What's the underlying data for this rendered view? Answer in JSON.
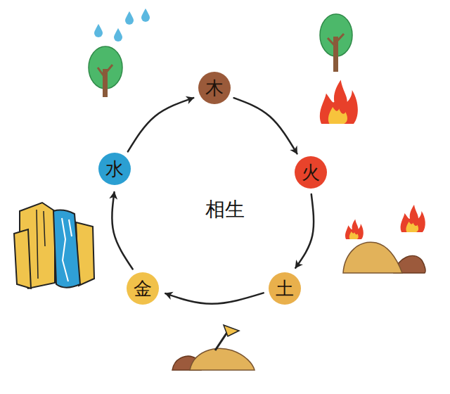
{
  "diagram": {
    "nodes": [
      {
        "text": [
          "木"
        ]
      },
      {
        "text": [
          "火"
        ]
      },
      {
        "text": [
          "土"
        ]
      },
      {
        "text": [
          "金"
        ]
      },
      {
        "text": [
          "水"
        ]
      }
    ],
    "edges": [
      {
        "from": 0,
        "to": 1,
        "arrow": "to"
      },
      {
        "from": 1,
        "to": 2,
        "arrow": "to"
      },
      {
        "from": 2,
        "to": 3,
        "arrow": "to"
      },
      {
        "from": 3,
        "to": 4,
        "arrow": "to"
      },
      {
        "from": 4,
        "to": 0,
        "arrow": "to"
      }
    ],
    "labels": [
      "相生"
    ]
  }
}
